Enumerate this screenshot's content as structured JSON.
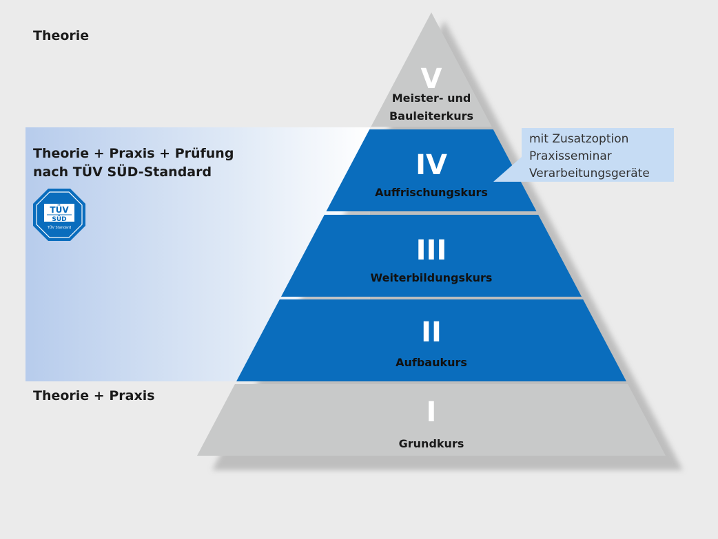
{
  "labels": {
    "theorie": "Theorie",
    "pruefung_line1": "Theorie + Praxis + Prüfung",
    "pruefung_line2": "nach TÜV SÜD-Standard",
    "praxis": "Theorie + Praxis"
  },
  "tuv_seal": {
    "top_text": "TÜV",
    "bottom_text": "SÜD",
    "caption": "TÜV Standard"
  },
  "levels": [
    {
      "numeral": "V",
      "name_line1": "Meister- und",
      "name_line2": "Bauleiterkurs",
      "tier": "theory"
    },
    {
      "numeral": "IV",
      "name_line1": "Auffrischungskurs",
      "name_line2": "",
      "tier": "exam"
    },
    {
      "numeral": "III",
      "name_line1": "Weiterbildungskurs",
      "name_line2": "",
      "tier": "exam"
    },
    {
      "numeral": "II",
      "name_line1": "Aufbaukurs",
      "name_line2": "",
      "tier": "exam"
    },
    {
      "numeral": "I",
      "name_line1": "Grundkurs",
      "name_line2": "",
      "tier": "practice"
    }
  ],
  "callout": {
    "lines": [
      "mit Zusatzoption",
      "Praxisseminar",
      "Verarbeitungsgeräte"
    ]
  },
  "colors": {
    "background": "#ebebeb",
    "gray_tier": "#c8c9c9",
    "blue_tier": "#0a6dbd",
    "highlight_band": "#c2d5ee",
    "callout_bg": "#c6dcf4",
    "tier_text_on_gray": "#1a1a1a",
    "tier_text_on_blue": "#111111",
    "numeral_color": "#ffffff"
  }
}
